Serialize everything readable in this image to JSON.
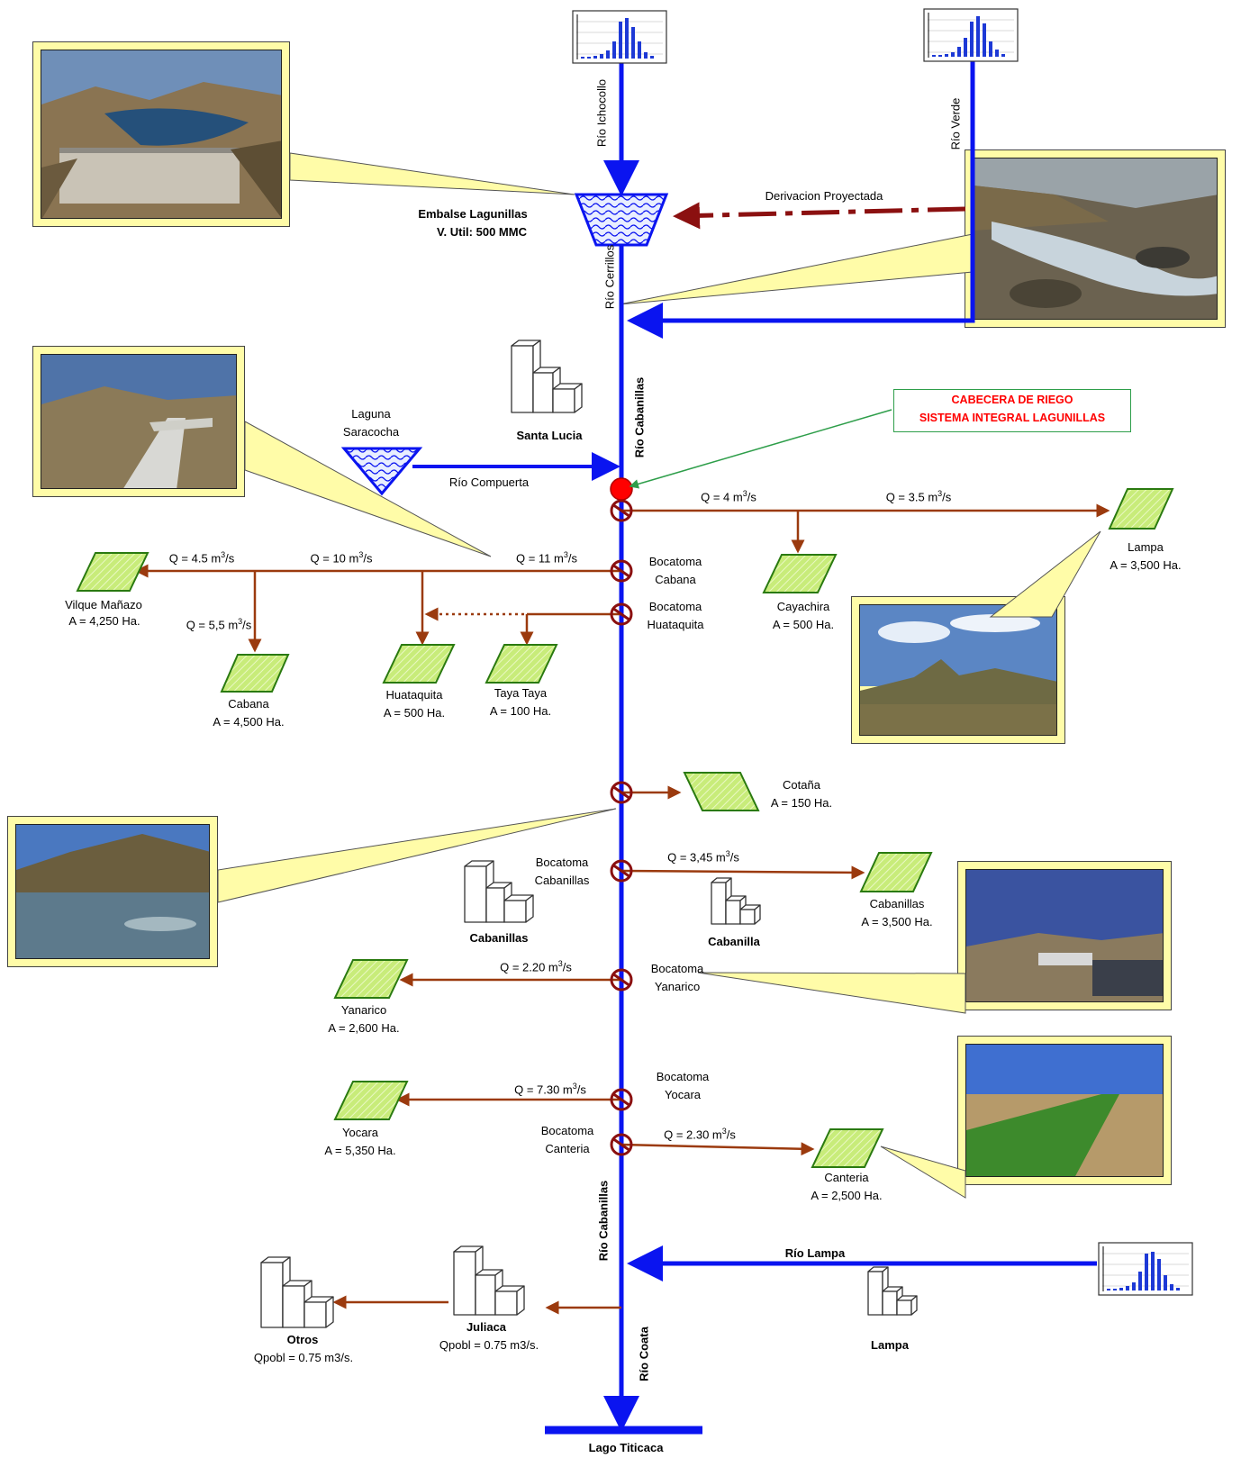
{
  "reservoir": {
    "name": "Embalse Lagunillas",
    "volume": "V. Util: 500 MMC"
  },
  "rivers": {
    "ichocollo": "Río Ichocollo",
    "verde": "Río Verde",
    "cerrillos": "Río Cerrillos",
    "cabanillas_upper": "Río Cabanillas",
    "cabanillas_lower": "Río Cabanillas",
    "compuerta": "Río Compuerta",
    "lampa": "Río Lampa",
    "coata": "Río Coata",
    "lago": "Lago Titicaca"
  },
  "derivacion": "Derivacion Proyectada",
  "laguna": {
    "line1": "Laguna",
    "line2": "Saracocha"
  },
  "cabecera": {
    "line1": "CABECERA DE RIEGO",
    "line2": "SISTEMA INTEGRAL LAGUNILLAS"
  },
  "towns": {
    "santa_lucia": "Santa Lucia",
    "cabanillas": "Cabanillas",
    "cabanilla": "Cabanilla",
    "juliaca": "Juliaca",
    "juliaca_q": "Qpobl = 0.75 m3/s.",
    "otros": "Otros",
    "otros_q": "Qpobl = 0.75 m3/s.",
    "lampa": "Lampa"
  },
  "bocatomas": {
    "cabana": {
      "line1": "Bocatoma",
      "line2": "Cabana"
    },
    "huataquita": {
      "line1": "Bocatoma",
      "line2": "Huataquita"
    },
    "cabanillas": {
      "line1": "Bocatoma",
      "line2": "Cabanillas"
    },
    "yanarico": {
      "line1": "Bocatoma",
      "line2": "Yanarico"
    },
    "yocara": {
      "line1": "Bocatoma",
      "line2": "Yocara"
    },
    "canteria": {
      "line1": "Bocatoma",
      "line2": "Canteria"
    }
  },
  "flows": {
    "q4": {
      "pre": "Q = 4 m",
      "sup": "3",
      "post": "/s"
    },
    "q35": {
      "pre": "Q = 3.5 m",
      "sup": "3",
      "post": "/s"
    },
    "q11": {
      "pre": "Q = 11 m",
      "sup": "3",
      "post": "/s"
    },
    "q10": {
      "pre": "Q = 10 m",
      "sup": "3",
      "post": "/s"
    },
    "q45": {
      "pre": "Q = 4.5 m",
      "sup": "3",
      "post": "/s"
    },
    "q55": {
      "pre": "Q = 5,5 m",
      "sup": "3",
      "post": "/s"
    },
    "q345": {
      "pre": "Q = 3,45 m",
      "sup": "3",
      "post": "/s"
    },
    "q220": {
      "pre": "Q = 2.20 m",
      "sup": "3",
      "post": "/s"
    },
    "q730": {
      "pre": "Q = 7.30 m",
      "sup": "3",
      "post": "/s"
    },
    "q230": {
      "pre": "Q = 2.30 m",
      "sup": "3",
      "post": "/s"
    }
  },
  "areas": {
    "lampa": {
      "name": "Lampa",
      "area": "A = 3,500 Ha."
    },
    "cayachira": {
      "name": "Cayachira",
      "area": "A = 500 Ha."
    },
    "vilque": {
      "name": "Vilque Mañazo",
      "area": "A = 4,250 Ha."
    },
    "cabana": {
      "name": "Cabana",
      "area": "A = 4,500 Ha."
    },
    "huataquita": {
      "name": "Huataquita",
      "area": "A = 500 Ha."
    },
    "taya": {
      "name": "Taya Taya",
      "area": "A = 100 Ha."
    },
    "cotana": {
      "name": "Cotaña",
      "area": "A = 150 Ha."
    },
    "cabanillas": {
      "name": "Cabanillas",
      "area": "A = 3,500 Ha."
    },
    "yanarico": {
      "name": "Yanarico",
      "area": "A = 2,600 Ha."
    },
    "yocara": {
      "name": "Yocara",
      "area": "A = 5,350 Ha."
    },
    "canteria": {
      "name": "Canteria",
      "area": "A = 2,500 Ha."
    }
  },
  "colors": {
    "river": "#0a14f0",
    "canal": "#9b3a0e",
    "derivation": "#8b1010",
    "field_fill": "#c8ec7a",
    "field_stroke": "#2a7a10",
    "callout_fill": "#fffca8",
    "node_red": "#ff0000",
    "header_red": "#ff0000"
  }
}
